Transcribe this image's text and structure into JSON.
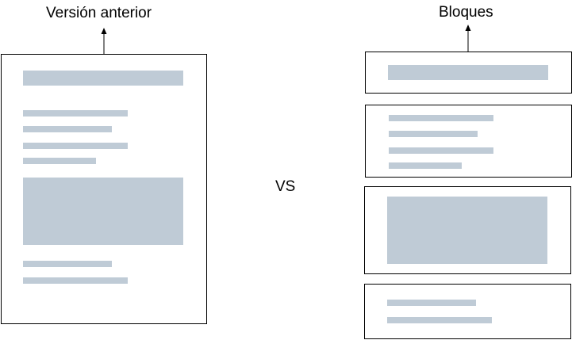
{
  "labels": {
    "left_title": "Versión anterior",
    "right_title": "Bloques",
    "versus": "VS"
  }
}
